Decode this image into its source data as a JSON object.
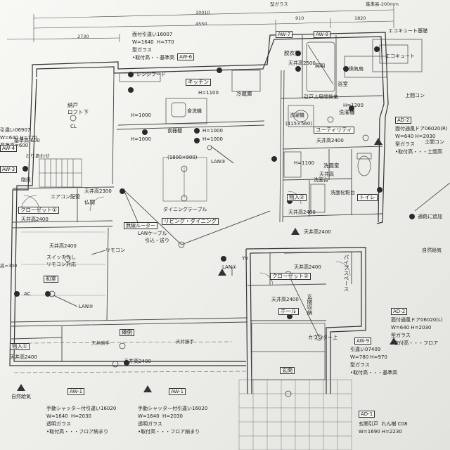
{
  "dimensions": {
    "total": "10010",
    "left": "4550",
    "d1": "910",
    "d2": "1820",
    "west": "2730",
    "top_note": "型ガラス",
    "top_note2": "基準高-200mm"
  },
  "rooms": {
    "kitchen": "キッチン",
    "pantry": "納戸",
    "pantry_sub": "ロフト下",
    "wash": "洗面室",
    "bath": "浴室",
    "dressing": "脱衣室",
    "utility": "ユーティリティ",
    "toilet": "トイレ",
    "wash2": "洗濯機",
    "closet1": "クローゼット①",
    "closet2": "クローゼット②",
    "butsuma": "仏間",
    "washitsu": "和室",
    "living": "リビング・ダイニング",
    "hall": "ホール",
    "entrance": "玄関",
    "storage1": "物入①",
    "storage2": "物入②",
    "engawa": "縁側",
    "shoes": "玄関収納",
    "cooler": "冷蔵庫",
    "pipe_space": "パイプスペース"
  },
  "labels": {
    "range_hood": "レンジフード",
    "h1100a": "H=1100",
    "h1000a": "H=1000",
    "h1000b": "H=1000",
    "h1000c": "H=1000",
    "h1000d": "H=1000",
    "h1200": "H=1200",
    "h1100b": "H=1100",
    "dishwasher": "食洗機",
    "cupboard": "食器棚",
    "lan3": "LAN③",
    "lan1": "LAN①",
    "lan2": "LAN②",
    "router": "無線ルーター",
    "lan_cable": "LANケーブル",
    "lan_cable2": "引込・送り",
    "remote": "リモコン",
    "switchless": "スイッチなし",
    "remote_ok": "リモコン対応",
    "dining_table": "ダイニングテーブル",
    "counter": "カウンター上",
    "eco_base": "エコキュート基礎",
    "eco": "エコキュート",
    "outlet": "上間コン",
    "outlet2": "土間コン",
    "outlet_add": "通路に追加",
    "natural_vent": "自然給気",
    "natural_vent2": "自然給気",
    "fan": "換気扇",
    "lighting": "照明",
    "hinged": "引戸上局間換気",
    "washdryer": "洗濯機",
    "wash_sink": "洗面化粧台",
    "bathsink": "洗面台",
    "lofts_stair": "とりあわせ",
    "aircon_plan": "エアコン配管",
    "ceiling_height": "天井高",
    "ceiling2400": "天井高2400",
    "ceiling2500": "天井高2500",
    "ceiling2400b": "天井高2400",
    "ceiling2400c": "天井高2400",
    "ceiling2400d": "天井高2400",
    "ceiling2400e": "天井高2400",
    "ceiling2400f": "天井高2400",
    "ceiling2400g": "天井高2400",
    "ceiling2400h": "天井高2400",
    "ceiling2300": "天井高2300",
    "ceiling2400i": "天井高2400",
    "eaves1": "天井勝手",
    "eaves2": "天井勝手",
    "table_size": "(1800×900)",
    "dim_600": "基準高-600",
    "ac": "AC",
    "tv": "TV",
    "cl": "CL",
    "stairs": "階段",
    "dim_1800": "(415×560)"
  },
  "tags": {
    "aw7": "AW-7",
    "aw8": "AW-8",
    "aw6": "AW-6",
    "aw4": "AW-4",
    "aw3": "AW-3",
    "aw1a": "AW-1",
    "aw1b": "AW-1",
    "aw9": "AW-9",
    "ad2a": "AD-2",
    "ad2b": "AD-2",
    "ad1": "AD-1"
  },
  "notes": {
    "top": "面付引違い16007\nW=1640  H=770\n型ガラス\n•取付高・・基準高",
    "left_top": "引違い06907\nW=640 H=770\n基準高=600",
    "ad2_top": "面付通風ドア06020(R)\nW=640 H=2030\n型ガラス\n•取付高・・・土間高",
    "ad2_mid": "面付通風ドア06020(L)\nW=640 H=2030\n型ガラス\n•取付高・・・フロア",
    "aw9": "引違い07409\nW=780 H=970\n型ガラス\n•取付高・・・基準高",
    "aw1a": "手動シャッター付引違い16020\nW=1640  H=2030\n透明ガラス\n•取付高・・・フロア納まり",
    "aw1b": "手動シャッター付引違い16020\nW=1640  H=2030\n透明ガラス\n•取付高・・・フロア納まり",
    "ad1": "玄関引戸  れん樹 C08\nW=1690 H=2230",
    "left_edge": "高=300"
  }
}
